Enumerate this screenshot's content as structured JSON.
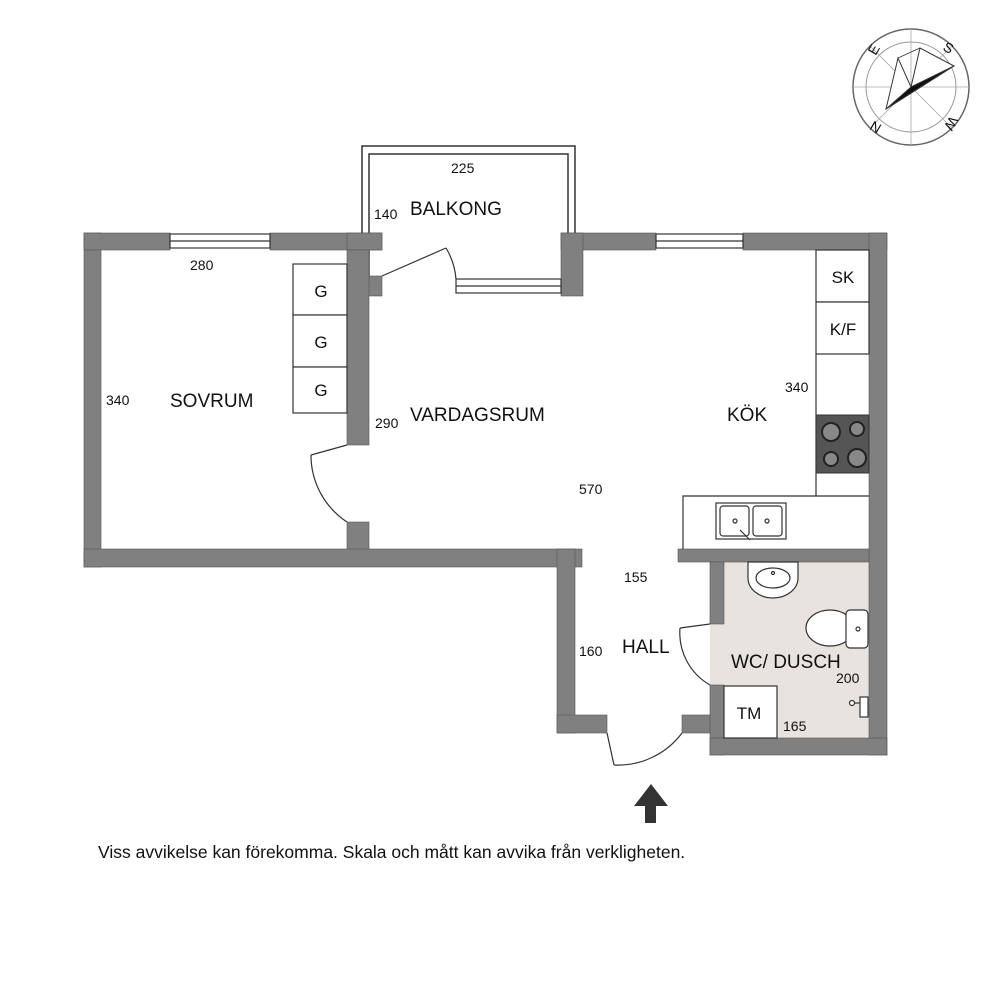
{
  "rooms": {
    "balkong": "BALKONG",
    "sovrum": "SOVRUM",
    "vardagsrum": "VARDAGSRUM",
    "kok": "KÖK",
    "hall": "HALL",
    "wc": "WC/ DUSCH"
  },
  "dimensions": {
    "balkong_width": "225",
    "balkong_depth": "140",
    "sovrum_width": "280",
    "sovrum_depth": "340",
    "vardagsrum_depth": "290",
    "kok_depth": "340",
    "living_width": "570",
    "hall_width": "155",
    "hall_depth": "160",
    "wc_depth": "200",
    "tm_width": "165"
  },
  "fixtures": {
    "wardrobe_1": "G",
    "wardrobe_2": "G",
    "wardrobe_3": "G",
    "freezer": "SK",
    "fridge_freezer": "K/F",
    "washer": "TM"
  },
  "compass": {
    "n": "N",
    "s": "S",
    "e": "E",
    "w": "W"
  },
  "colors": {
    "wall": "#808080",
    "bathroom_floor": "#e8e3df",
    "line": "#333333"
  },
  "disclaimer": "Viss avvikelse kan förekomma. Skala och mått kan avvika från verkligheten."
}
